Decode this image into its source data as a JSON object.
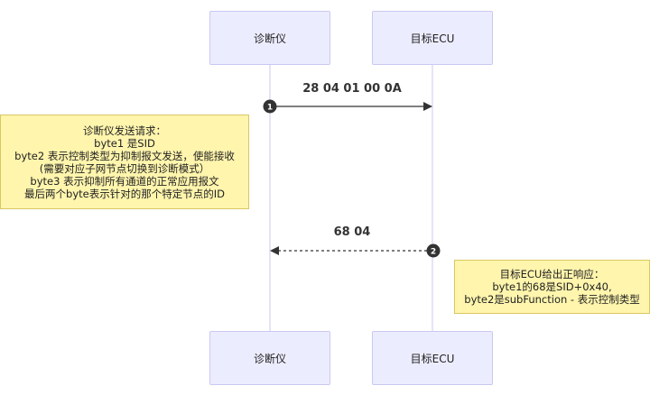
{
  "participants": {
    "diagnostic_tool": "诊断仪",
    "target_ecu": "目标ECU"
  },
  "messages": [
    {
      "seq": "1",
      "label": "28 04 01 00 0A",
      "style": "solid"
    },
    {
      "seq": "2",
      "label": "68 04",
      "style": "dotted"
    }
  ],
  "notes": {
    "request": {
      "lines": [
        "诊断仪发送请求：",
        "byte1 是SID",
        "byte2 表示控制类型为抑制报文发送，使能接收",
        "(需要对应子网节点切换到诊断模式）",
        "byte3 表示抑制所有通道的正常应用报文",
        "最后两个byte表示针对的那个特定节点的ID"
      ]
    },
    "response": {
      "lines": [
        "目标ECU给出正响应：",
        "byte1的68是SID+0x40,",
        "byte2是subFunction - 表示控制类型"
      ]
    }
  },
  "colors": {
    "actor_fill": "#ececff",
    "actor_border": "#c9c9f2",
    "lifeline": "#c9c9f2",
    "arrow": "#333333",
    "note_fill": "#fff5ad",
    "note_border": "#d9c761",
    "badge_fill": "#333333"
  }
}
